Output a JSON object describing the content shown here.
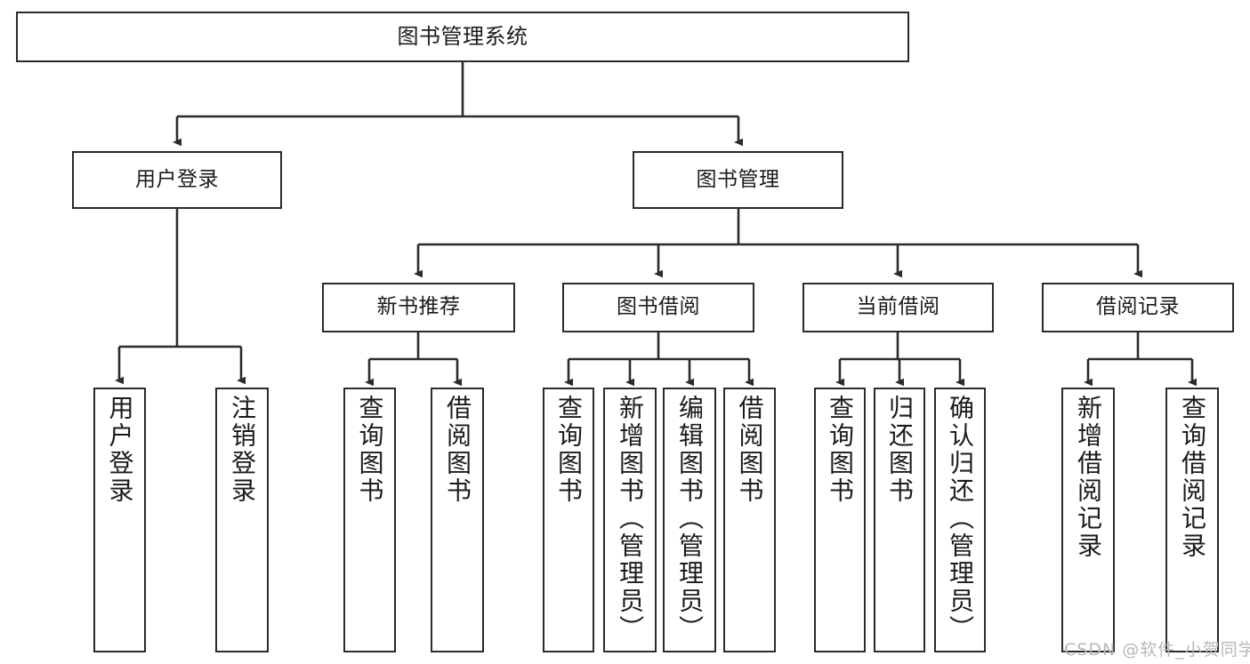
{
  "diagram": {
    "title": "图书管理系统",
    "type": "tree-hierarchy-chart",
    "watermark": "CSDN @软件_小贺同学",
    "colors": {
      "stroke": "#2b2b2b",
      "fill": "#ffffff",
      "text": "#1b1b1b",
      "watermark": "#b8b8b8"
    },
    "levels": {
      "root": {
        "label": "图书管理系统"
      },
      "level2": [
        {
          "id": "user-login",
          "label": "用户登录"
        },
        {
          "id": "book-manage",
          "label": "图书管理"
        }
      ],
      "level3": [
        {
          "id": "new-book-recommend",
          "label": "新书推荐"
        },
        {
          "id": "book-borrow",
          "label": "图书借阅"
        },
        {
          "id": "current-borrow",
          "label": "当前借阅"
        },
        {
          "id": "borrow-record",
          "label": "借阅记录"
        }
      ],
      "leaves": {
        "user_login": [
          {
            "id": "leaf-user-login",
            "label": "用户登录"
          },
          {
            "id": "leaf-logout-login",
            "label": "注销登录"
          }
        ],
        "new_book_recommend": [
          {
            "id": "leaf-query-book-1",
            "label": "查询图书"
          },
          {
            "id": "leaf-borrow-book-1",
            "label": "借阅图书"
          }
        ],
        "book_borrow": [
          {
            "id": "leaf-query-book-2",
            "label": "查询图书"
          },
          {
            "id": "leaf-add-book",
            "label": "新增图书（管理员）"
          },
          {
            "id": "leaf-edit-book",
            "label": "编辑图书（管理员）"
          },
          {
            "id": "leaf-borrow-book-2",
            "label": "借阅图书"
          }
        ],
        "current_borrow": [
          {
            "id": "leaf-query-book-3",
            "label": "查询图书"
          },
          {
            "id": "leaf-return-book",
            "label": "归还图书"
          },
          {
            "id": "leaf-confirm-return",
            "label": "确认归还（管理员）"
          }
        ],
        "borrow_record": [
          {
            "id": "leaf-add-record",
            "label": "新增借阅记录"
          },
          {
            "id": "leaf-query-record",
            "label": "查询借阅记录"
          }
        ]
      }
    }
  }
}
